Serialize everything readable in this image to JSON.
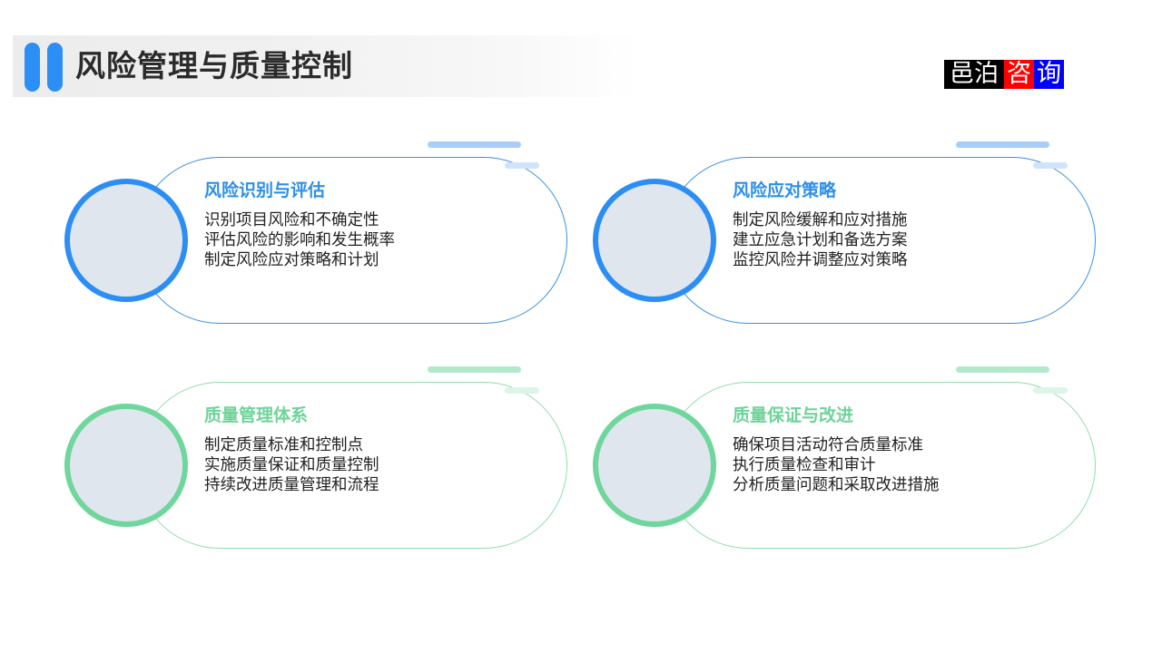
{
  "header": {
    "title": "风险管理与质量控制",
    "accent_color": "#2b8ff5"
  },
  "logo": {
    "part1": "邑泊",
    "part2": "咨",
    "part3": "询",
    "colors": {
      "part1_bg": "#000000",
      "part2_bg": "#ff0000",
      "part3_bg": "#0000ff",
      "text": "#ffffff"
    }
  },
  "cards": [
    {
      "theme": "blue",
      "accent_color": "#2d8fea",
      "image": "team-office-photo",
      "heading": "风险识别与评估",
      "lines": [
        "识别项目风险和不确定性",
        "评估风险的影响和发生概率",
        "制定风险应对策略和计划"
      ]
    },
    {
      "theme": "blue",
      "accent_color": "#2d8fea",
      "image": "writing-notes-photo",
      "heading": "风险应对策略",
      "lines": [
        "制定风险缓解和应对措施",
        "建立应急计划和备选方案",
        "监控风险并调整应对策略"
      ]
    },
    {
      "theme": "green",
      "accent_color": "#6fd39a",
      "image": "meeting-room-photo",
      "heading": "质量管理体系",
      "lines": [
        "制定质量标准和控制点",
        "实施质量保证和质量控制",
        "持续改进质量管理和流程"
      ]
    },
    {
      "theme": "green",
      "accent_color": "#6fd39a",
      "image": "handshake-photo",
      "heading": "质量保证与改进",
      "lines": [
        "确保项目活动符合质量标准",
        "执行质量检查和审计",
        "分析质量问题和采取改进措施"
      ]
    }
  ]
}
